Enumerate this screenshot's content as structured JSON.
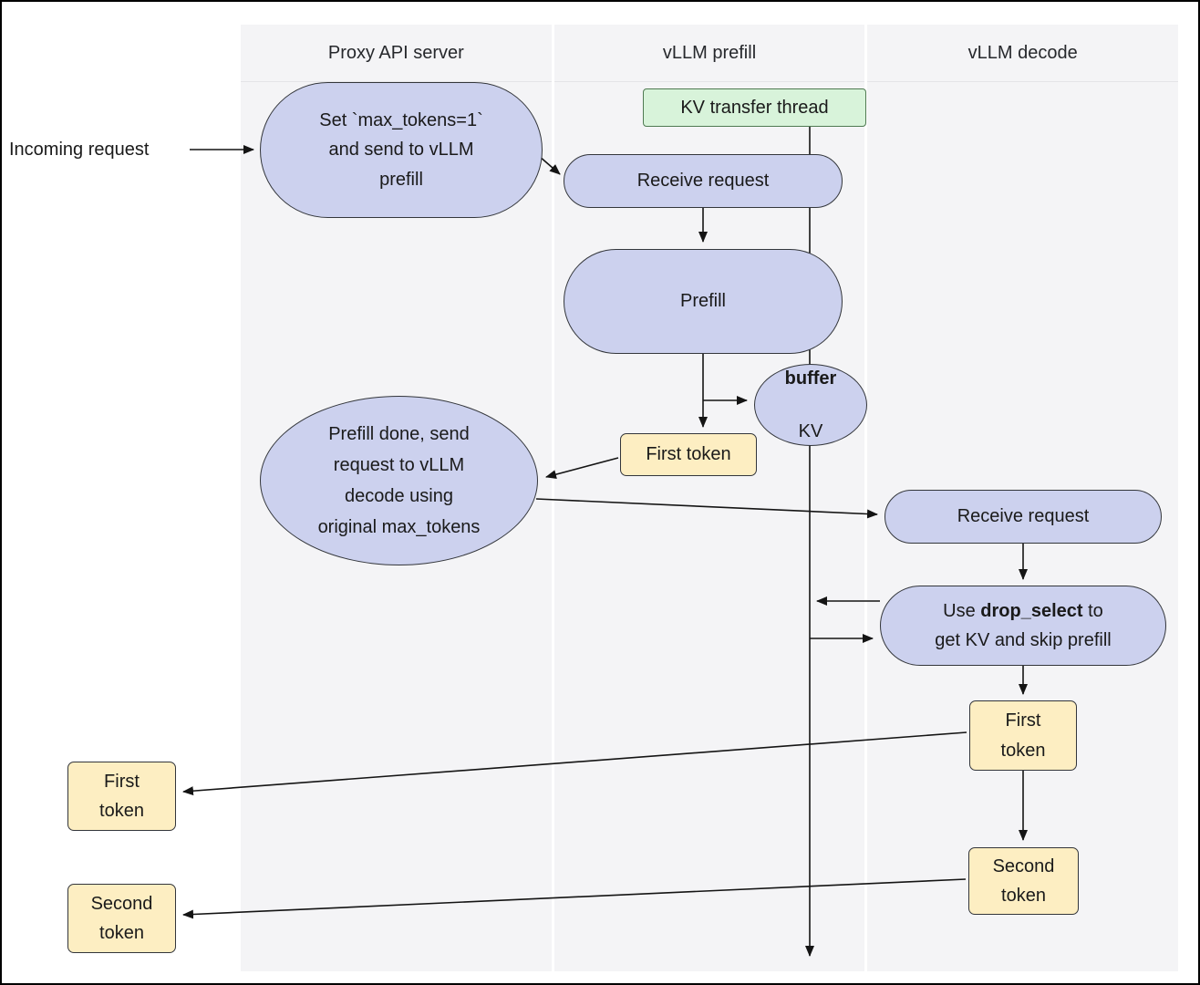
{
  "diagram": {
    "lanes": [
      {
        "label": "Proxy API server"
      },
      {
        "label": "vLLM prefill"
      },
      {
        "label": "vLLM decode"
      }
    ],
    "external_label": "Incoming request",
    "nodes": {
      "set_max_tokens": "Set `max_tokens=1`\nand send to vLLM\nprefill",
      "kv_transfer_thread": "KV transfer thread",
      "receive_request_prefill": "Receive request",
      "prefill": "Prefill",
      "buffer_bold": "buffer",
      "buffer_rest": "KV",
      "first_token_prefill": "First token",
      "prefill_done": "Prefill done, send\nrequest to vLLM\ndecode using\noriginal max_tokens",
      "receive_request_decode": "Receive request",
      "drop_select_pre": "Use ",
      "drop_select_bold": "drop_select",
      "drop_select_post": " to\nget KV and skip prefill",
      "first_token_decode": "First\ntoken",
      "second_token_decode": "Second\ntoken",
      "first_token_out": "First\ntoken",
      "second_token_out": "Second\ntoken"
    },
    "colors": {
      "process_fill": "#ccd1ee",
      "kv_thread_fill": "#d8f3da",
      "token_fill": "#fdeec2",
      "lane_bg": "#f4f4f6",
      "line": "#141414"
    }
  }
}
